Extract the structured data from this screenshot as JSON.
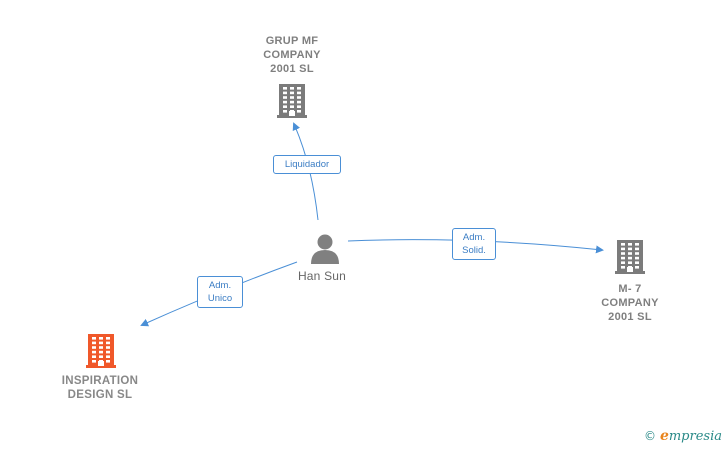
{
  "nodes": {
    "grup": {
      "label": "GRUP MF\nCOMPANY\n2001 SL",
      "kind": "company",
      "color": "#7b7b7b"
    },
    "m7": {
      "label": "M- 7\nCOMPANY\n2001 SL",
      "kind": "company",
      "color": "#7b7b7b"
    },
    "inspiration": {
      "label": "INSPIRATION\nDESIGN SL",
      "kind": "company",
      "color": "#f0582a"
    },
    "han": {
      "label": "Han Sun",
      "kind": "person",
      "color": "#808080"
    }
  },
  "edges": {
    "liquidador": {
      "label": "Liquidador",
      "from": "han",
      "to": "grup"
    },
    "solid": {
      "label": "Adm.\nSolid.",
      "from": "han",
      "to": "m7"
    },
    "unico": {
      "label": "Adm.\nUnico",
      "from": "han",
      "to": "inspiration"
    }
  },
  "colors": {
    "edge": "#4a8fd6"
  },
  "brand": {
    "copyright": "©",
    "initial": "e",
    "name": "mpresia"
  }
}
